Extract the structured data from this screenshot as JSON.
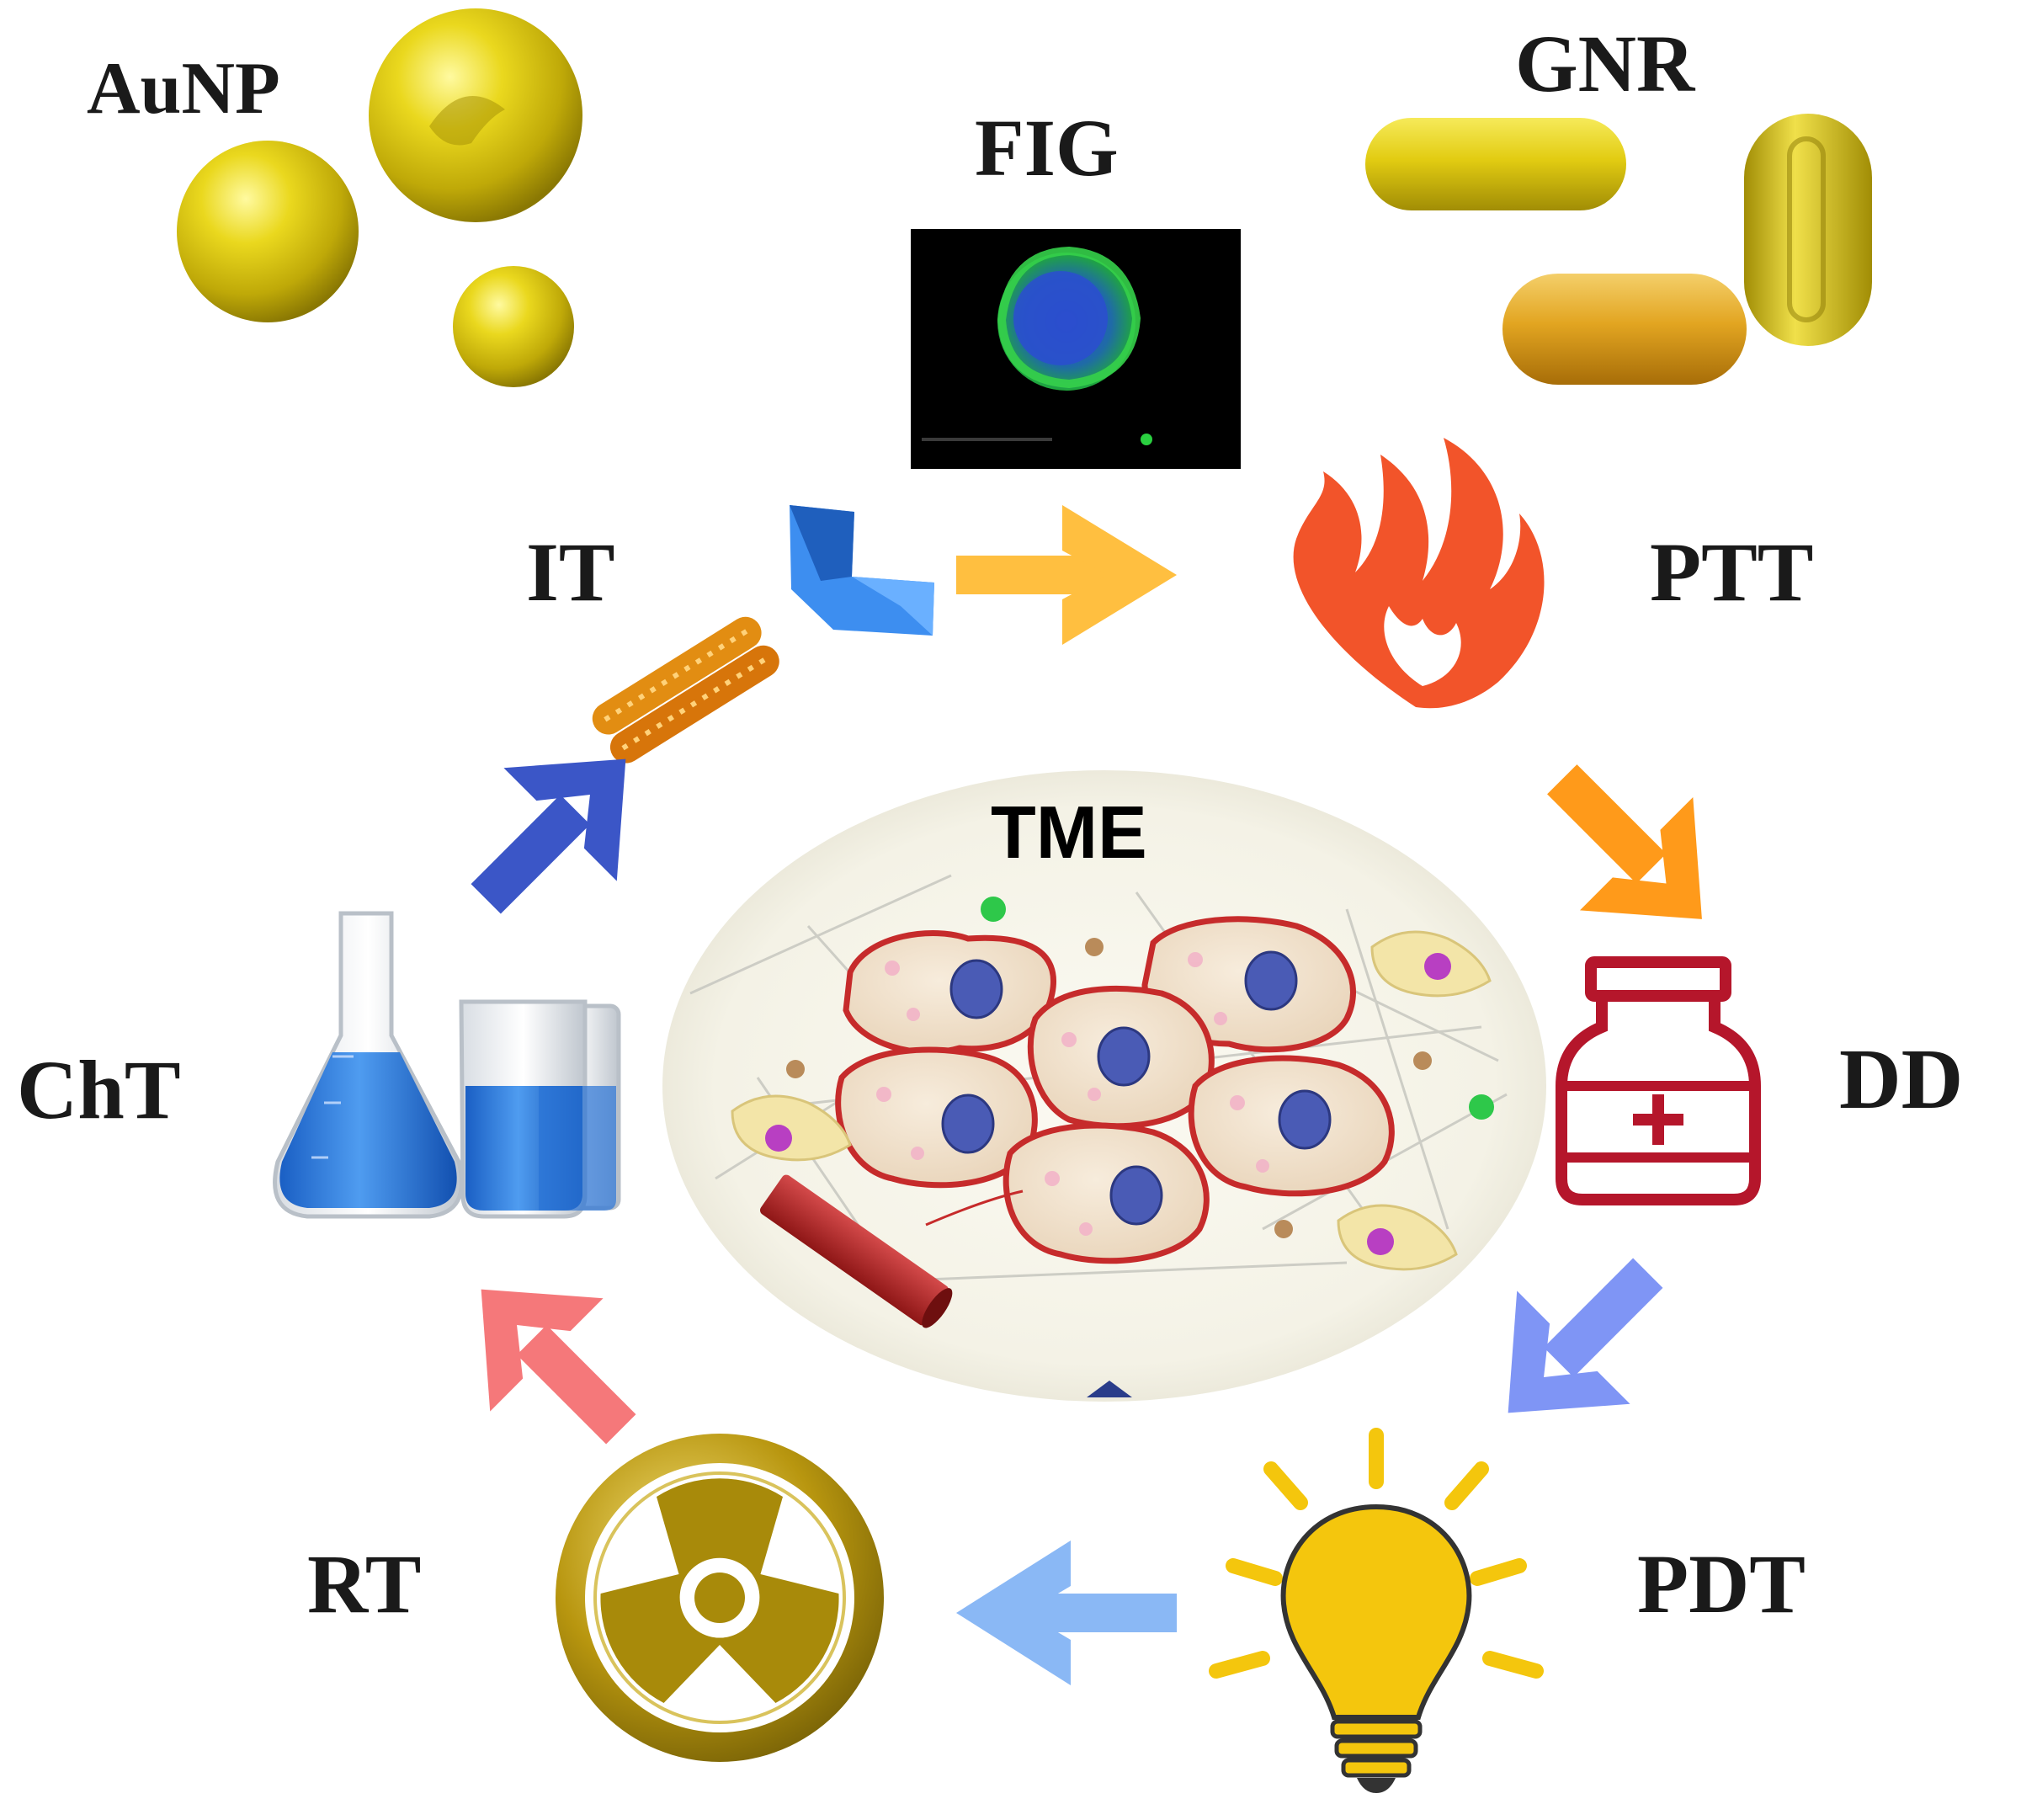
{
  "labels": {
    "aunp": "AuNP",
    "fig": "FIG",
    "gnr": "GNR",
    "it": "IT",
    "ptt": "PTT",
    "tme": "TME",
    "dd": "DD",
    "cht": "ChT",
    "rt": "RT",
    "pdt": "PDT"
  },
  "colors": {
    "gold": "#e8d21a",
    "gold_dark": "#9a8a05",
    "rod_orange": "#e6a21a",
    "flame": "#f2542a",
    "arrow_orange": "#ffbf40",
    "arrow_dd": "#ff9a1a",
    "arrow_pdt": "#7f95f5",
    "arrow_rt": "#8ab8f5",
    "arrow_cht": "#f5787a",
    "arrow_it": "#3b56c7",
    "bottle_red": "#b5162b",
    "bulb_yellow": "#f4c60d",
    "flask_blue": "#1f6fd0",
    "antibody_blue": "#3d8ef0",
    "radiation_gold": "#a88a0a",
    "cell_membrane": "#c62b2b",
    "cell_nucleus": "#4a5bb5"
  },
  "icons": {
    "aunp": "gold-nanoparticles-icon",
    "gnr": "gold-nanorods-icon",
    "fig": "fluorescence-micrograph",
    "it": "antibody-nanorod-icon",
    "ptt": "flame-icon",
    "dd": "medicine-bottle-icon",
    "pdt": "light-bulb-icon",
    "rt": "radiation-icon",
    "cht": "flask-beaker-icon",
    "tme": "tumor-microenvironment-illustration"
  }
}
